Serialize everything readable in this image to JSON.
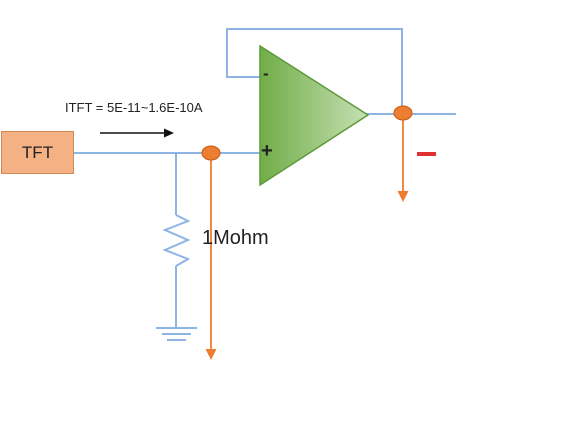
{
  "source_label": "TFT",
  "current_annotation": "ITFT = 5E-11~1.6E-10A",
  "resistor_label": "1Mohm",
  "opamp_inverting_symbol": "-",
  "opamp_noninverting_symbol": "+",
  "colors": {
    "wire": "#8eb4e3",
    "node": "#ed7d31",
    "probe_arrow": "#ed7d31",
    "opamp_fill": "#70ad47",
    "tft_fill": "#f4b183",
    "negative_mark": "#e03030"
  }
}
